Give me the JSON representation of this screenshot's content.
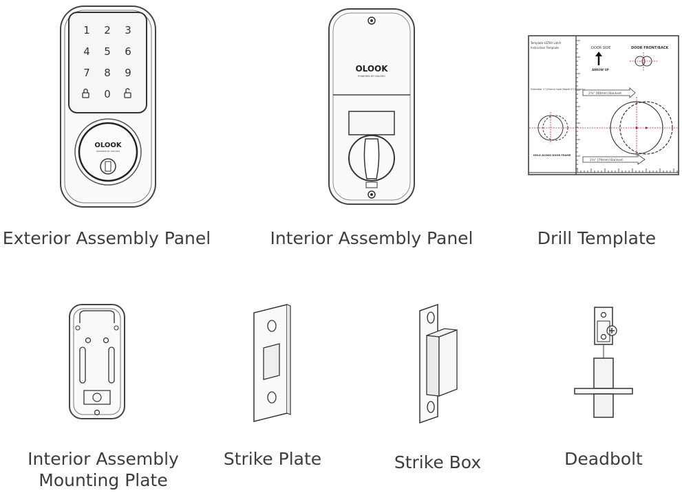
{
  "parts": [
    {
      "caption": "Exterior Assembly Panel"
    },
    {
      "caption": "Interior Assembly Panel"
    },
    {
      "caption": "Drill Template"
    },
    {
      "caption_line1": "Interior Assembly",
      "caption_line2": "Mounting Plate"
    },
    {
      "caption": "Strike Plate"
    },
    {
      "caption": "Strike Box"
    },
    {
      "caption": "Deadbolt"
    }
  ],
  "keypad": {
    "keys": [
      "1",
      "2",
      "3",
      "4",
      "5",
      "6",
      "7",
      "8",
      "9",
      "0"
    ]
  },
  "brand": {
    "logo": "OLOOK",
    "tagline": "POWERED BY OWLERO"
  },
  "template": {
    "title_line1": "Template-ULTRA Latch",
    "title_line2": "Instruction Template",
    "door_side": "DOOR SIDE",
    "door_front_back": "DOOR FRONT/BACK",
    "arrow_up": "ARROW UP",
    "backset_60": "2⅜\" [60mm] Backset",
    "backset_70": "2¾\" [70mm] Backset",
    "diameter_note": "Diameter 1\"(25mm) hole Depth 4\"(100mm)",
    "door_frame": "HOLE ALONG DOOR FRAME"
  },
  "colors": {
    "line": "#4a4a4a",
    "panel_fill": "#f4f4f4",
    "red": "#c8102e"
  }
}
